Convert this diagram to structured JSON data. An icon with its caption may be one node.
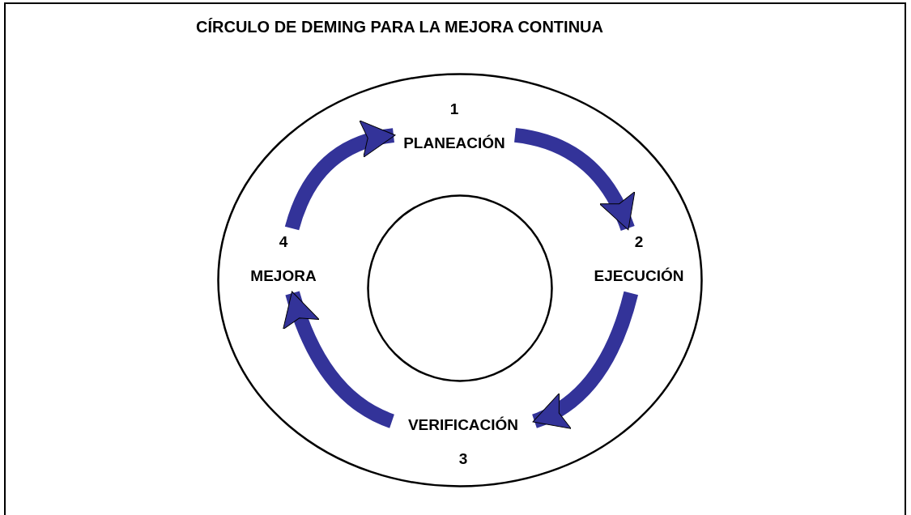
{
  "diagram": {
    "title": "CÍRCULO DE DEMING PARA LA MEJORA CONTINUA",
    "nodes": [
      {
        "text": [],
        "shape": "circle"
      },
      {
        "text": [
          "PLANEACIÓN"
        ],
        "beside": [
          "1"
        ],
        "in": 0
      },
      {
        "text": [
          "EJECUCIÓN"
        ],
        "beside": [
          "2"
        ],
        "in": 0
      },
      {
        "text": [
          "VERIFICACIÓN"
        ],
        "beside": [
          "3"
        ],
        "in": 0
      },
      {
        "text": [
          "MEJORA"
        ],
        "beside": [
          "4"
        ],
        "in": 0
      },
      {
        "text": [],
        "shape": "circle",
        "in": 0
      }
    ],
    "edges": [
      {
        "from": 1,
        "to": 2,
        "arrow": "to"
      },
      {
        "from": 2,
        "to": 3,
        "arrow": "to"
      },
      {
        "from": 3,
        "to": 4,
        "arrow": "to"
      },
      {
        "from": 4,
        "to": 1,
        "arrow": "to"
      }
    ]
  }
}
